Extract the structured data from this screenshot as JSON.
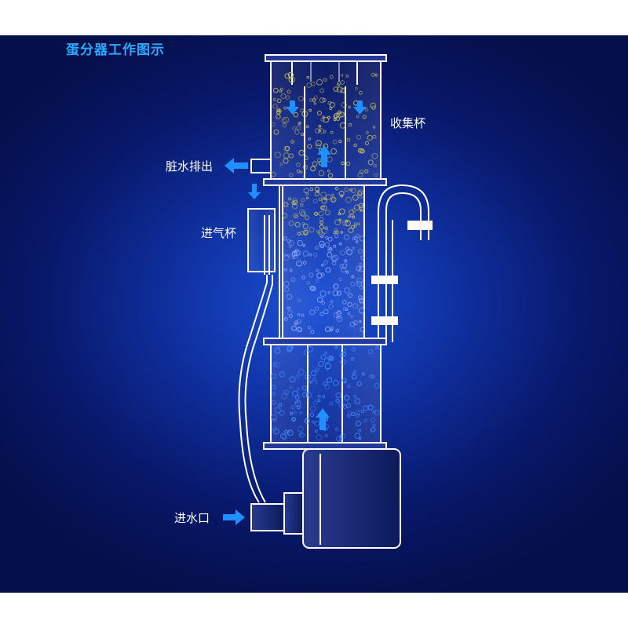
{
  "title": "蛋分器工作图示",
  "labels": {
    "collection_cup": "收集杯",
    "dirty_water_outlet": "脏水排出",
    "air_intake_cup": "进气杯",
    "water_inlet": "进水口"
  },
  "colors": {
    "background_center": "#1a4fd6",
    "background_edge": "#050f4a",
    "title": "#29a9ff",
    "arrow": "#1e90ff",
    "outline": "#ffffff",
    "bubbles_upper": "#c8c060",
    "bubbles_lower": "#4a8cff"
  },
  "icons": [
    "arrow-left-icon",
    "arrow-right-icon",
    "arrow-down-icon",
    "arrow-up-icon"
  ]
}
